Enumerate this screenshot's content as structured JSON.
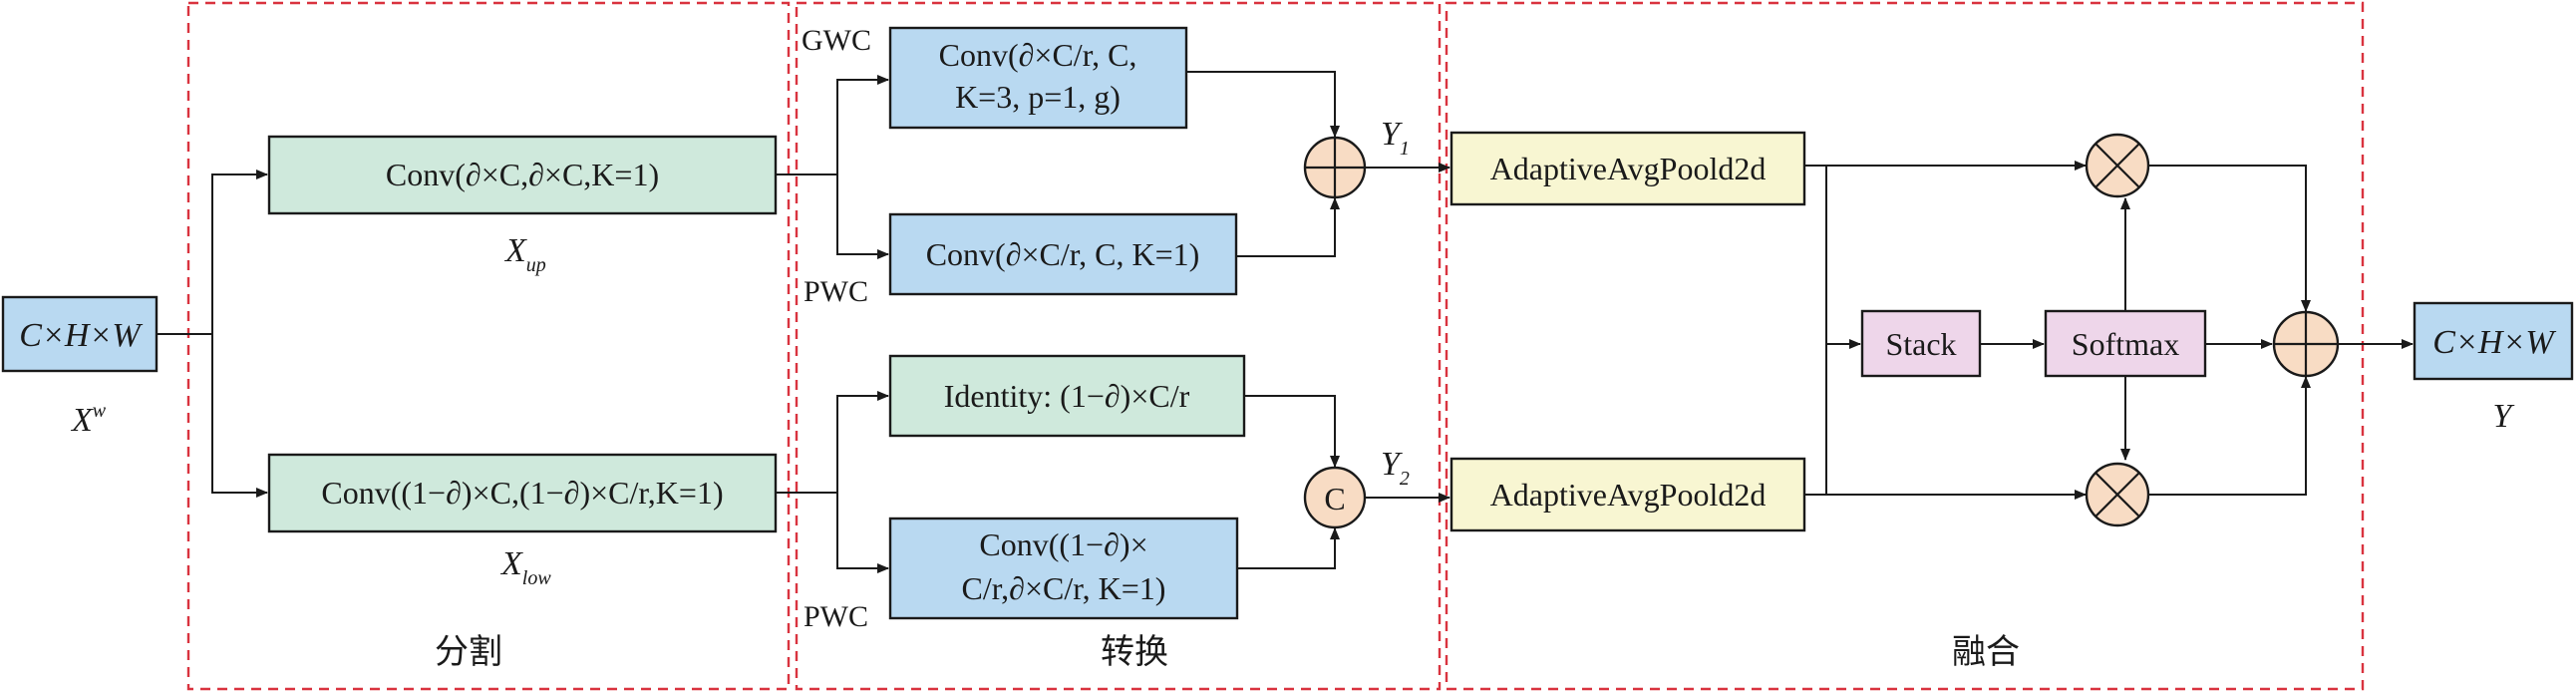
{
  "sections": {
    "split": "分割",
    "transform": "转换",
    "fuse": "融合"
  },
  "input": {
    "label": "C×H×W",
    "symbol": "X",
    "symbol_sup": "w"
  },
  "split": {
    "upper_conv": "Conv(∂×C,∂×C,K=1)",
    "upper_symbol": "X",
    "upper_sub": "up",
    "lower_conv": "Conv((1−∂)×C,(1−∂)×C/r,K=1)",
    "lower_symbol": "X",
    "lower_sub": "low"
  },
  "transform": {
    "gwc_tag": "GWC",
    "gwc_conv_line1": "Conv(∂×C/r, C,",
    "gwc_conv_line2": "K=3, p=1, g)",
    "pwc_tag_upper": "PWC",
    "pwc_conv_upper": "Conv(∂×C/r, C, K=1)",
    "identity": "Identity: (1−∂)×C/r",
    "pwc_tag_lower": "PWC",
    "pwc_conv_lower_line1": "Conv((1−∂)×",
    "pwc_conv_lower_line2": "C/r,∂×C/r, K=1)",
    "concat_symbol": "C",
    "y1": "Y",
    "y1_sub": "1",
    "y2": "Y",
    "y2_sub": "2"
  },
  "fuse": {
    "pool_top": "AdaptiveAvgPoold2d",
    "pool_bottom": "AdaptiveAvgPoold2d",
    "stack": "Stack",
    "softmax": "Softmax"
  },
  "output": {
    "label": "C×H×W",
    "symbol": "Y"
  },
  "colors": {
    "region_border": "#d9333f",
    "conv_green": "#cfe9dc",
    "conv_blue": "#b9d9f1",
    "pool_yellow": "#f8f6d2",
    "stack_pink": "#eed6ea",
    "operator_fill": "#f8dcc4"
  }
}
